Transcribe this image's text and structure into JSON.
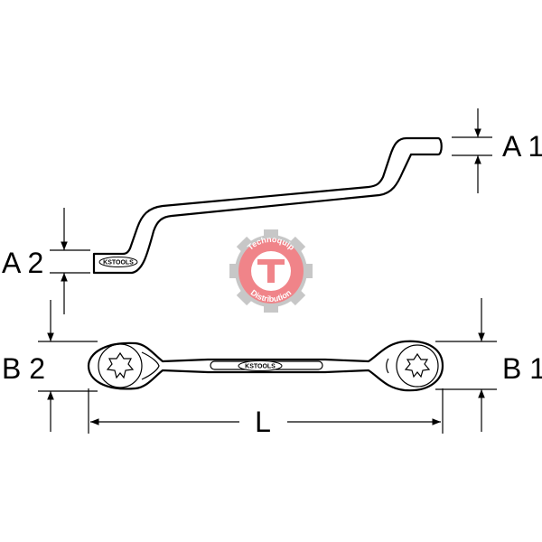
{
  "dimensions": {
    "a1": "A 1",
    "a2": "A 2",
    "b1": "B 1",
    "b2": "B 2",
    "l": "L"
  },
  "brand_mark": "KSTOOLS",
  "watermark": {
    "top_text": "Technoquip",
    "bottom_text": "Distribution",
    "color": "#e4202a"
  }
}
